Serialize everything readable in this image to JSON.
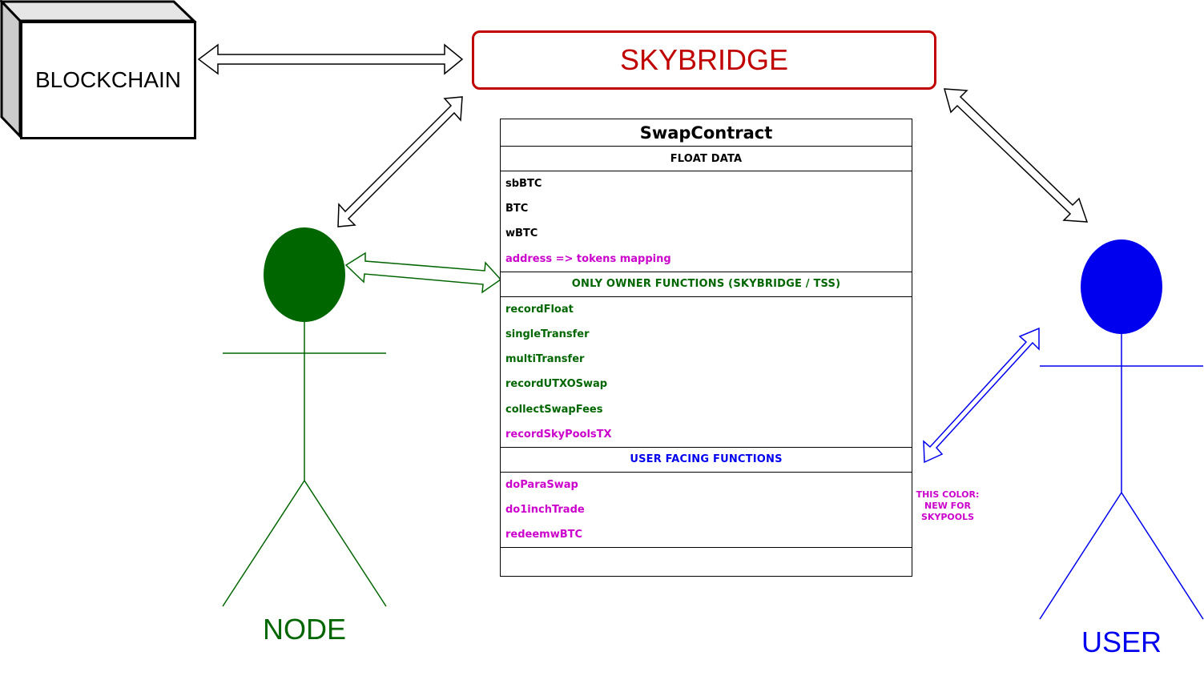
{
  "blockchain": {
    "label": "BLOCKCHAIN"
  },
  "skybridge": {
    "label": "SKYBRIDGE"
  },
  "swap_contract": {
    "title": "SwapContract",
    "float_data": {
      "header": "FLOAT DATA",
      "items": [
        "sbBTC",
        "BTC",
        "wBTC",
        "address => tokens mapping"
      ]
    },
    "owner_functions": {
      "header": "ONLY OWNER FUNCTIONS (SKYBRIDGE / TSS)",
      "items": [
        "recordFloat",
        "singleTransfer",
        "multiTransfer",
        "recordUTXOSwap",
        "collectSwapFees",
        "recordSkyPoolsTX"
      ]
    },
    "user_functions": {
      "header": "USER FACING FUNCTIONS",
      "items": [
        "doParaSwap",
        "do1inchTrade",
        "redeemwBTC"
      ]
    }
  },
  "actors": {
    "node": {
      "label": "NODE"
    },
    "user": {
      "label": "USER"
    }
  },
  "legend": {
    "line1": "THIS COLOR:",
    "line2": "NEW FOR",
    "line3": "SKYPOOLS"
  },
  "colors": {
    "skybridge": "#c00000",
    "node": "#006600",
    "user": "#0000ee",
    "new_for_skypools": "#cc00cc",
    "default": "#000000"
  }
}
